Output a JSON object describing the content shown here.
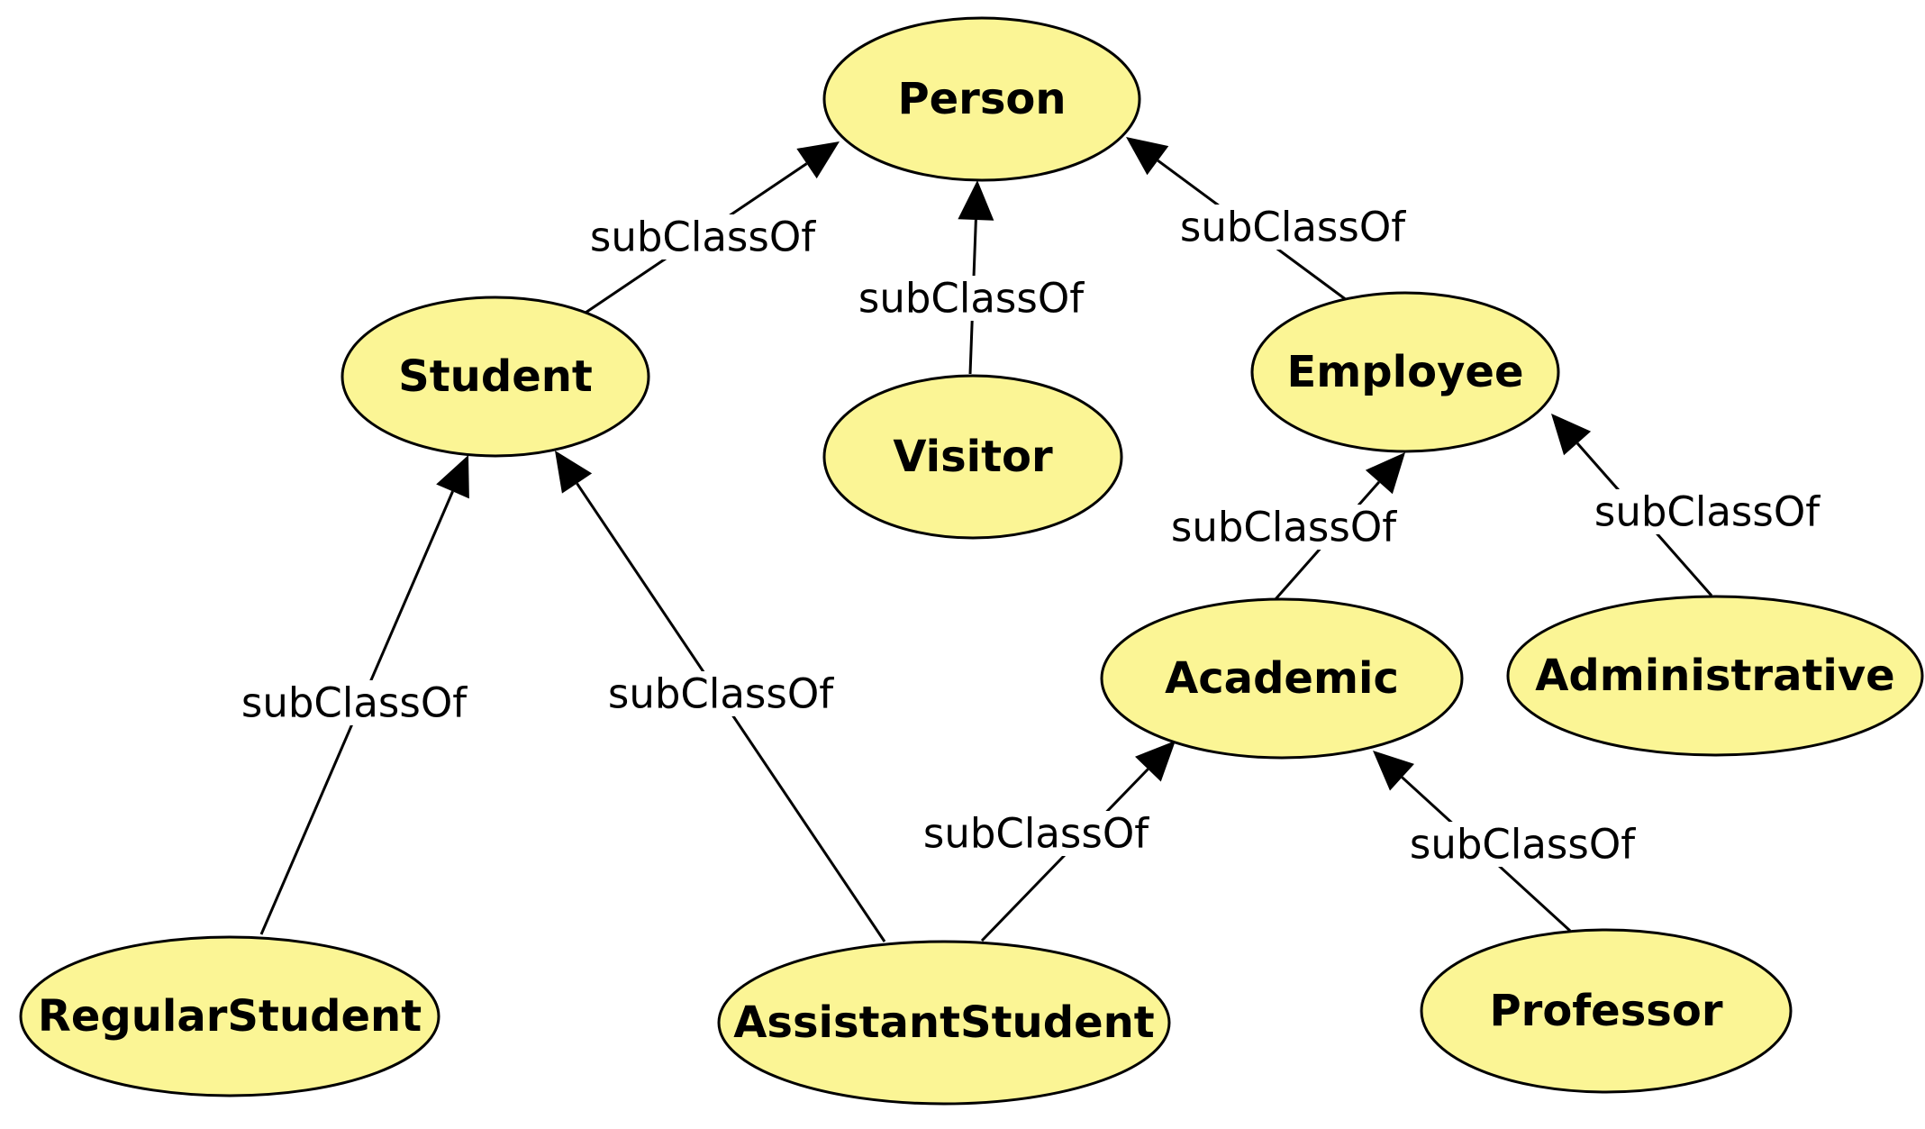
{
  "colors": {
    "node_fill": "#fbf595",
    "node_stroke": "#000000",
    "edge": "#000000",
    "background": "#ffffff"
  },
  "nodes": [
    {
      "id": "person",
      "label": "Person"
    },
    {
      "id": "student",
      "label": "Student"
    },
    {
      "id": "visitor",
      "label": "Visitor"
    },
    {
      "id": "employee",
      "label": "Employee"
    },
    {
      "id": "academic",
      "label": "Academic"
    },
    {
      "id": "administrative",
      "label": "Administrative"
    },
    {
      "id": "regularstudent",
      "label": "RegularStudent"
    },
    {
      "id": "assistantstudent",
      "label": "AssistantStudent"
    },
    {
      "id": "professor",
      "label": "Professor"
    }
  ],
  "edges": [
    {
      "from": "student",
      "to": "person",
      "label": "subClassOf"
    },
    {
      "from": "visitor",
      "to": "person",
      "label": "subClassOf"
    },
    {
      "from": "employee",
      "to": "person",
      "label": "subClassOf"
    },
    {
      "from": "regularstudent",
      "to": "student",
      "label": "subClassOf"
    },
    {
      "from": "assistantstudent",
      "to": "student",
      "label": "subClassOf"
    },
    {
      "from": "academic",
      "to": "employee",
      "label": "subClassOf"
    },
    {
      "from": "administrative",
      "to": "employee",
      "label": "subClassOf"
    },
    {
      "from": "assistantstudent",
      "to": "academic",
      "label": "subClassOf"
    },
    {
      "from": "professor",
      "to": "academic",
      "label": "subClassOf"
    }
  ]
}
